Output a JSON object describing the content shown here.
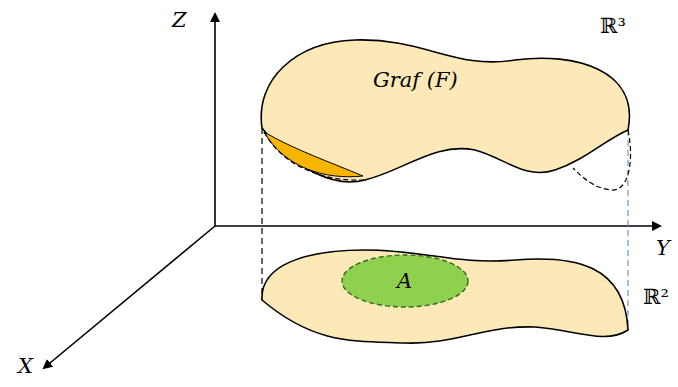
{
  "diagram": {
    "nodes": [
      {
        "text": [
          "Graf (F)"
        ]
      },
      {
        "text": [
          "ℝ²"
        ]
      },
      {
        "text": [
          "A"
        ],
        "in": 1
      }
    ],
    "labels": [
      "Z",
      "Y",
      "X",
      "ℝ³"
    ]
  }
}
